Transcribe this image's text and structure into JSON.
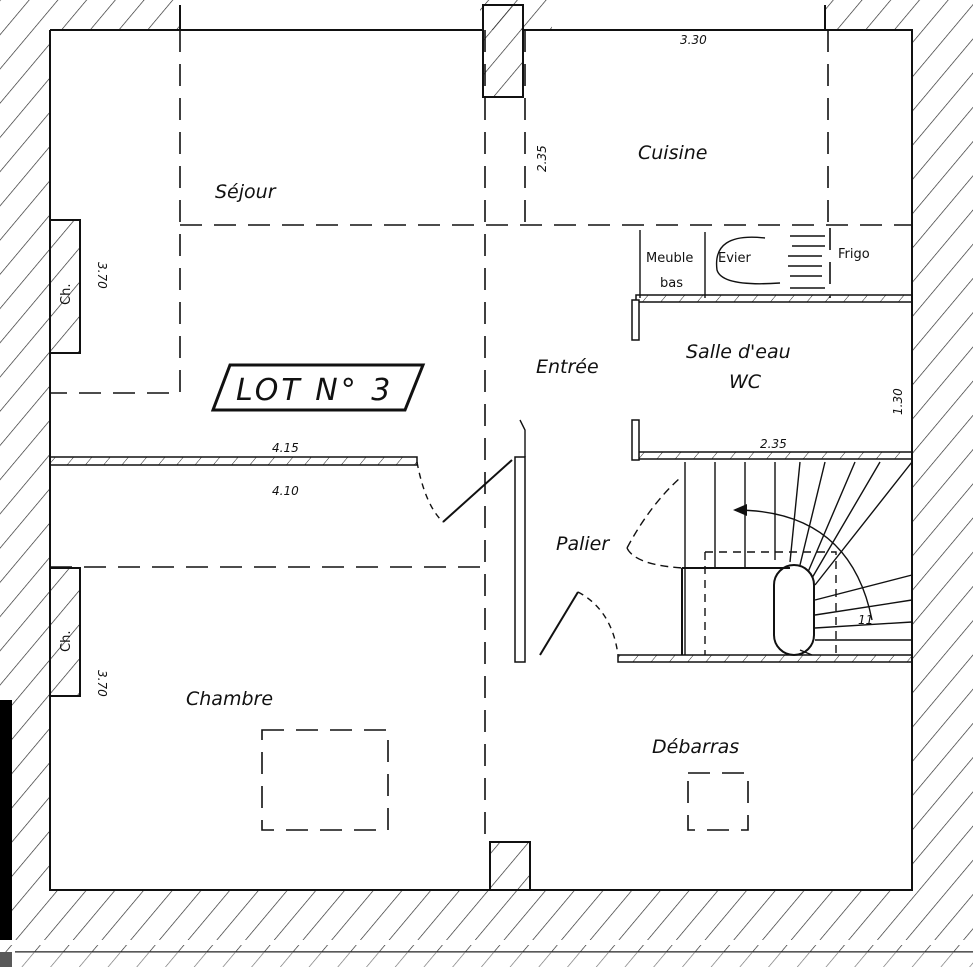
{
  "title": "LOT N° 3",
  "rooms": {
    "sejour": "Séjour",
    "cuisine": "Cuisine",
    "entree": "Entrée",
    "salle_eau": "Salle d'eau",
    "wc": "WC",
    "palier": "Palier",
    "chambre": "Chambre",
    "debarras": "Débarras"
  },
  "fixtures": {
    "meuble": "Meuble",
    "bas": "bas",
    "evier": "Evier",
    "frigo": "Frigo",
    "chimney_1": "Ch.",
    "chimney_2": "Ch."
  },
  "dimensions": {
    "cuisine_width": "3.30",
    "cuisine_depth": "2.35",
    "sejour_depth": "3.70",
    "sejour_width": "4.15",
    "chambre_width": "4.10",
    "chambre_depth": "3.70",
    "salle_eau_depth": "1.30",
    "salle_eau_width": "2.35",
    "stair_steps": "11"
  }
}
